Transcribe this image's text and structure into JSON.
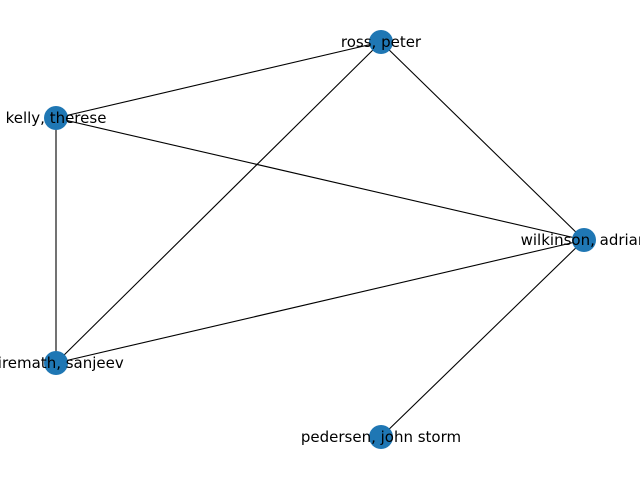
{
  "colors": {
    "node": "#1f77b4",
    "edge": "#000000",
    "background": "#ffffff"
  },
  "graph": {
    "nodes": [
      {
        "id": "ross",
        "label": "ross, peter"
      },
      {
        "id": "kelly",
        "label": "kelly, therese"
      },
      {
        "id": "wilkinson",
        "label": "wilkinson, adrian"
      },
      {
        "id": "hiremath",
        "label": "hiremath, sanjeev"
      },
      {
        "id": "pedersen",
        "label": "pedersen, john storm"
      }
    ],
    "edges": [
      [
        "ross",
        "kelly"
      ],
      [
        "ross",
        "wilkinson"
      ],
      [
        "ross",
        "hiremath"
      ],
      [
        "kelly",
        "wilkinson"
      ],
      [
        "kelly",
        "hiremath"
      ],
      [
        "wilkinson",
        "hiremath"
      ],
      [
        "wilkinson",
        "pedersen"
      ]
    ]
  }
}
